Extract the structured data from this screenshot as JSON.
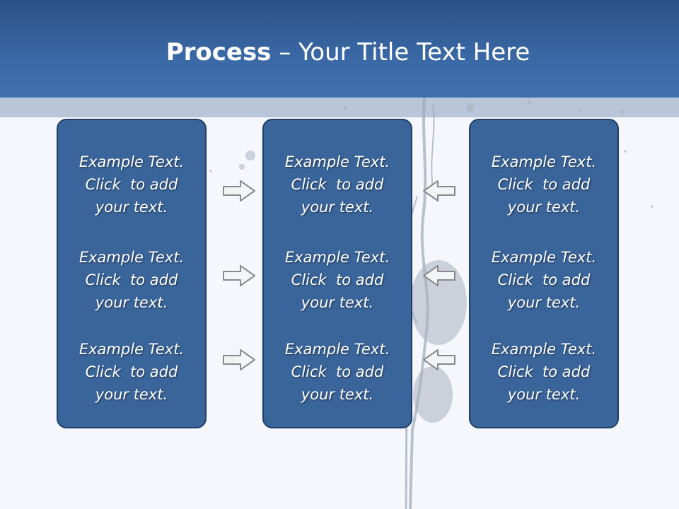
{
  "slide": {
    "title_bold": "Process",
    "title_rest": " – Your Title Text Here"
  },
  "columns": [
    {
      "items": [
        "Example Text.\nClick  to add\nyour text.",
        "Example Text.\nClick  to add\nyour text.",
        "Example Text.\nClick  to add\nyour text."
      ]
    },
    {
      "items": [
        "Example Text.\nClick  to add\nyour text.",
        "Example Text.\nClick  to add\nyour text.",
        "Example Text.\nClick  to add\nyour text."
      ]
    },
    {
      "items": [
        "Example Text.\nClick  to add\nyour text.",
        "Example Text.\nClick  to add\nyour text.",
        "Example Text.\nClick  to add\nyour text."
      ]
    }
  ],
  "arrows": {
    "left_group": "arrow-right-icon",
    "right_group": "arrow-left-icon"
  },
  "colors": {
    "header": "#3a69a6",
    "panel": "#3a659b",
    "panel_border": "#1f3f6b",
    "background": "#f5f7fc"
  }
}
